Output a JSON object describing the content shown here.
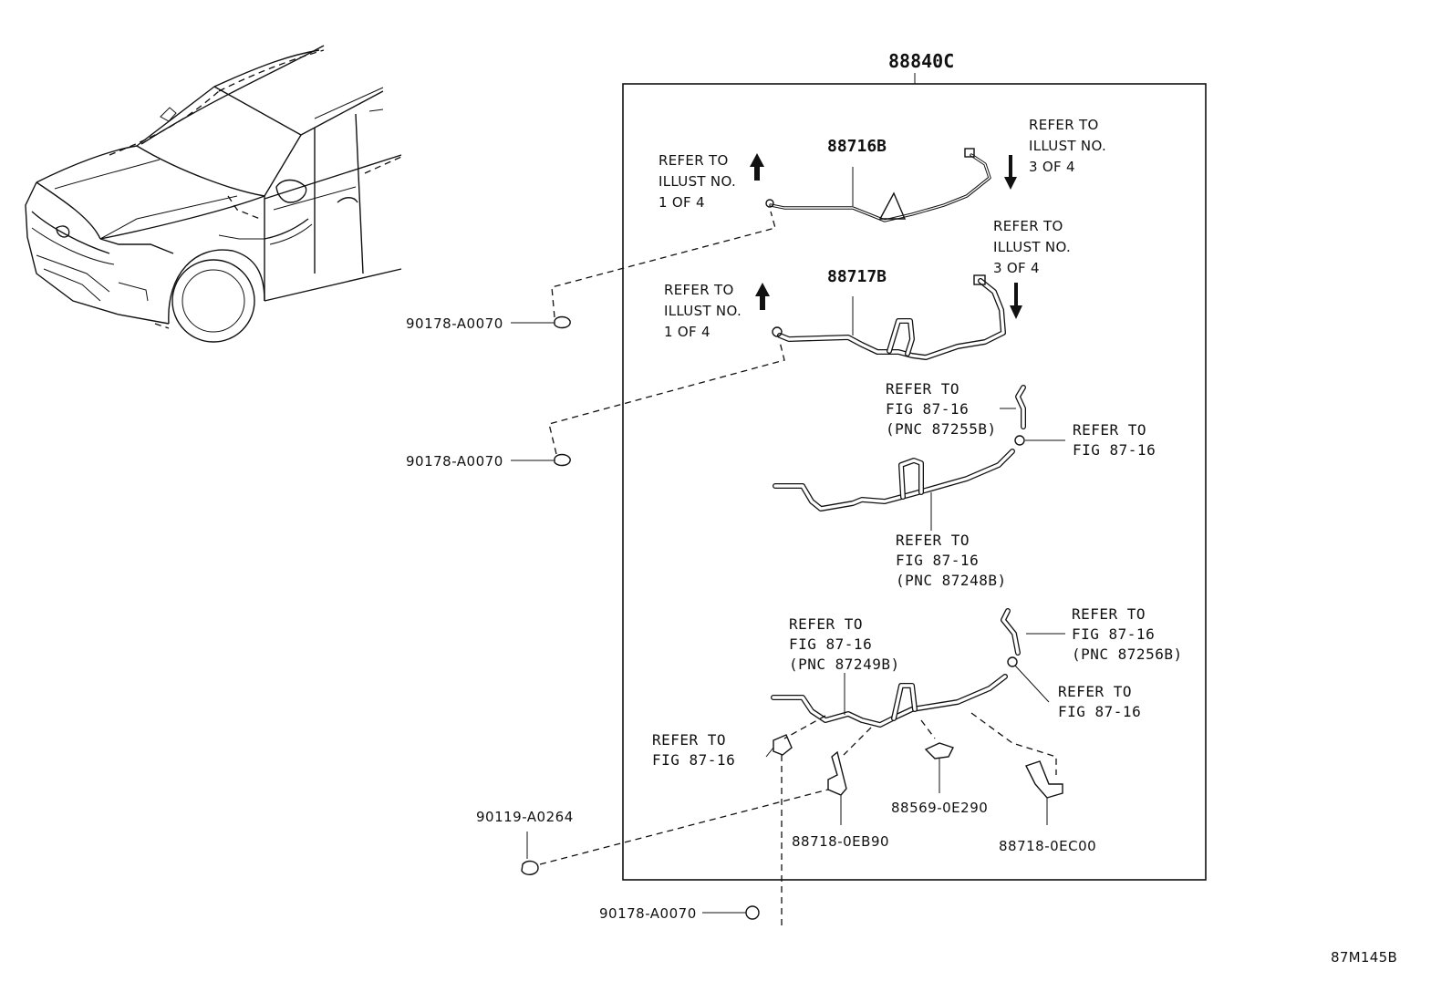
{
  "assembly_number": "88840C",
  "diagram_code": "87M145B",
  "colors": {
    "ink": "#111111",
    "background": "#ffffff"
  },
  "upper_tube": {
    "part_number": "88716B",
    "refer_front": "REFER TO\nILLUST NO.\n1 OF 4",
    "refer_rear": "REFER TO\nILLUST NO.\n3 OF 4"
  },
  "lower_tube": {
    "part_number": "88717B",
    "refer_front": "REFER TO\nILLUST NO.\n1 OF 4",
    "refer_rear": "REFER TO\nILLUST NO.\n3 OF 4"
  },
  "third_group": {
    "hose_ref": "REFER TO\nFIG 87-16\n(PNC 87255B)",
    "clamp_ref": "REFER TO\nFIG 87-16",
    "pipe_ref": "REFER TO\nFIG 87-16\n(PNC 87248B)"
  },
  "fourth_group": {
    "pipe_ref": "REFER TO\nFIG 87-16\n(PNC 87249B)",
    "hose_ref": "REFER TO\nFIG 87-16\n(PNC 87256B)",
    "clamp_ref": "REFER TO\nFIG 87-16",
    "bracket_ref": "REFER TO\nFIG 87-16"
  },
  "parts": {
    "nut_1": "90178-A0070",
    "nut_2": "90178-A0070",
    "nut_3": "90178-A0070",
    "bolt": "90119-A0264",
    "bracket_left": "88718-0EB90",
    "clip": "88569-0E290",
    "bracket_right": "88718-0EC00"
  }
}
